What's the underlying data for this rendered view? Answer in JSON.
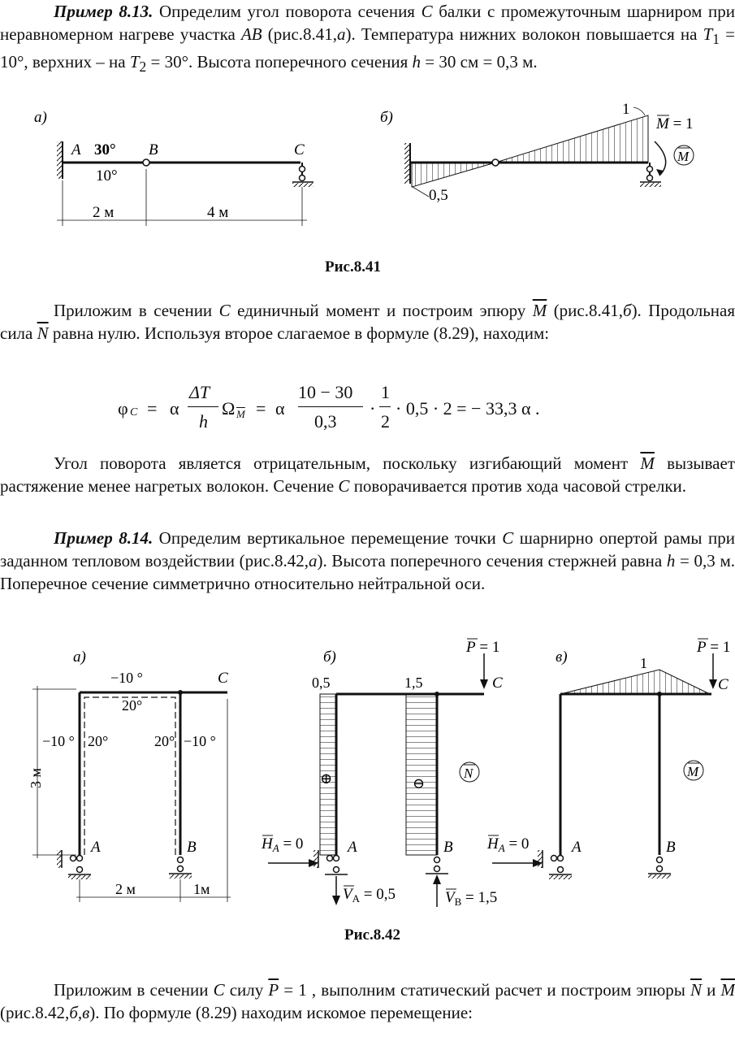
{
  "ex1": {
    "title": "Пример 8.13.",
    "text1": " Определим угол поворота сечения ",
    "C": "C",
    "text2": " балки с промежуточным шарниром при неравномерном нагреве участка ",
    "AB": "AB",
    "text3": " (рис.8.41,",
    "a": "а",
    "text4": "). Температура нижних волокон повышается на ",
    "T1": "T",
    "T1sub": "1",
    "T1val": " = 10°",
    "text5": ", верхних – на ",
    "T2": "T",
    "T2sub": "2",
    "T2val": " = 30°",
    "text6": ". Высота поперечного сечения ",
    "h": "h",
    "hval": " = 30 см = 0,3 м."
  },
  "fig841": {
    "a_label": "а)",
    "b_label": "б)",
    "A": "A",
    "B": "B",
    "C": "C",
    "top_temp": "30°",
    "bot_temp": "10°",
    "dim1": "2 м",
    "dim2": "4 м",
    "val1": "1",
    "val05": "0,5",
    "Mbar": "M",
    "Mbar_eq": " = 1",
    "Mcirc": "M",
    "caption": "Рис.8.41"
  },
  "para2": {
    "t1": "Приложим в сечении ",
    "C": "C",
    "t2": " единичный момент и построим эпюру ",
    "M": "M",
    "t3": " (рис.8.41,",
    "b": "б",
    "t4": "). Продольная сила ",
    "N": "N",
    "t5": " равна нулю. Используя второе слагаемое в формуле (8.29), находим:"
  },
  "formula": {
    "phi": "φ",
    "sub": "C",
    "eq1": "=",
    "alpha": "α",
    "dT": "ΔT",
    "h": "h",
    "omega": "Ω",
    "omsub": "M",
    "eq2": "=",
    "alpha2": "α",
    "num": "10 − 30",
    "den": "0,3",
    "dot1": "·",
    "one": "1",
    "two": "2",
    "rest": "· 0,5 · 2 = − 33,3 α ."
  },
  "para3": {
    "t1": "Угол поворота является отрицательным, поскольку изгибающий момент ",
    "M": "M",
    "t2": " вызывает растяжение менее нагретых волокон. Сечение ",
    "C": "C",
    "t3": " поворачивается против хода часовой стрелки."
  },
  "ex2": {
    "title": "Пример 8.14.",
    "t1": " Определим вертикальное перемещение точки ",
    "C": "C",
    "t2": " шарнирно опертой рамы при заданном тепловом воздействии (рис.8.42,",
    "a": "а",
    "t3": "). Высота поперечного сечения стержней равна ",
    "h": "h",
    "t4": " = 0,3 м. Поперечное сечение симметрично относительно нейтральной оси."
  },
  "fig842": {
    "a_label": "а)",
    "b_label": "б)",
    "c_label": "в)",
    "A": "A",
    "B": "B",
    "C": "C",
    "t_top_out": "−10 °",
    "t_top_in": "20°",
    "t_left_out": "−10 °",
    "t_left_in": "20°",
    "t_right_in": "20°",
    "t_right_out": "−10 °",
    "height": "3 м",
    "dim1": "2 м",
    "dim2": "1м",
    "v05": "0,5",
    "v15": "1,5",
    "P": "P",
    "P_eq": " = 1",
    "plus": "⊕",
    "minus": "⊖",
    "Ncirc": "N",
    "Mcirc": "M",
    "HA": "H",
    "HAsub": "A",
    "HA_eq": " = 0",
    "VA": "V",
    "VAsub": "A",
    "VA_eq": " = 0,5",
    "VB": "V",
    "VBsub": "B",
    "VB_eq": " = 1,5",
    "val1": "1",
    "caption": "Рис.8.42"
  },
  "para4": {
    "t1": "Приложим в сечении ",
    "C": "C",
    "t2": " силу ",
    "P": "P",
    "t3": " = 1 , выполним статический расчет и построим эпюры ",
    "N": "N",
    "t4": " и ",
    "M": "M",
    "t5": " (рис.8.42,",
    "bc": "б,в",
    "t6": "). По формуле (8.29) находим искомое перемещение:"
  }
}
